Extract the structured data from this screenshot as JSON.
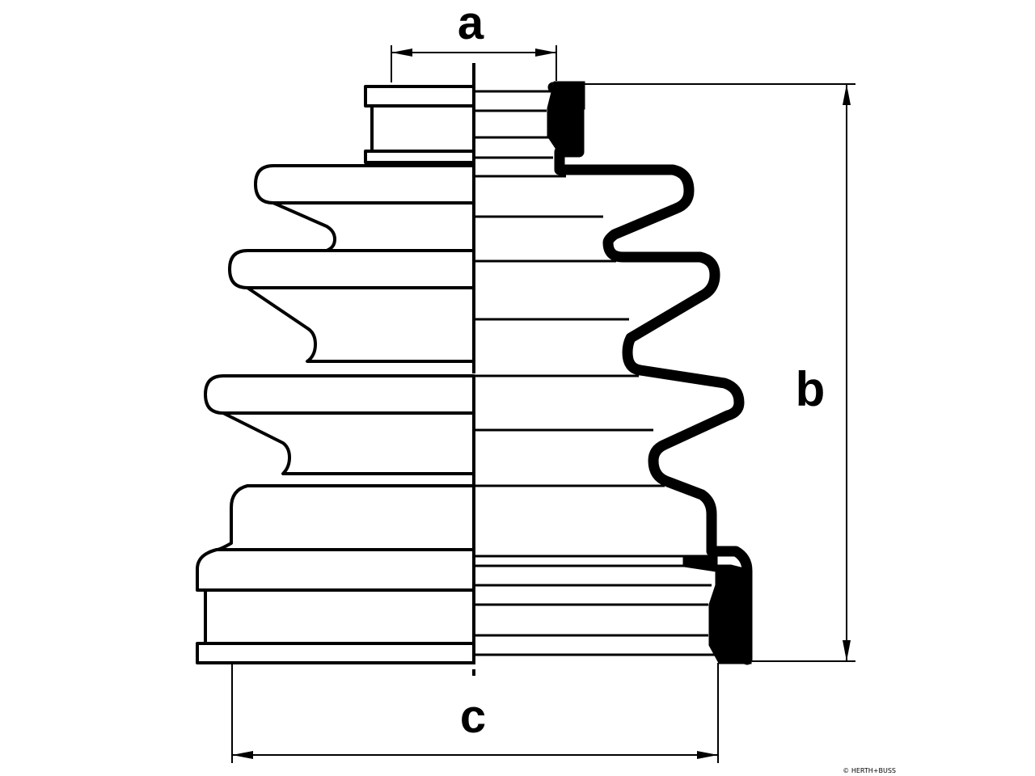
{
  "diagram": {
    "dimension_labels": {
      "a": "a",
      "b": "b",
      "c": "c"
    },
    "watermark": "© HERTH+BUSS",
    "colors": {
      "line": "#000000",
      "background": "#ffffff"
    }
  }
}
